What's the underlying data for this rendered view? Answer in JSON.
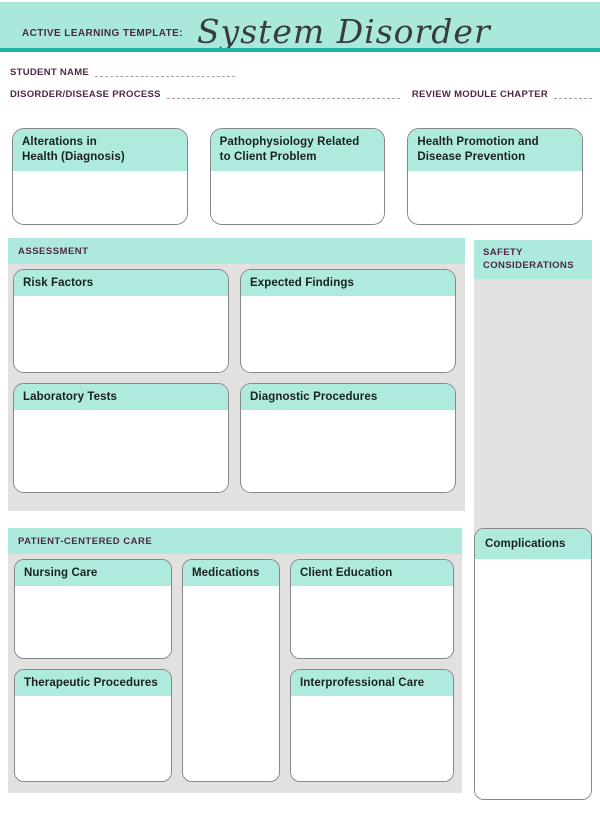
{
  "header": {
    "eyebrow": "ACTIVE LEARNING TEMPLATE:",
    "title": "System Disorder"
  },
  "fields": {
    "student_name_label": "STUDENT NAME",
    "disorder_label": "DISORDER/DISEASE PROCESS",
    "review_chapter_label": "REVIEW MODULE CHAPTER"
  },
  "top_boxes": [
    {
      "title": "Alterations in\nHealth (Diagnosis)"
    },
    {
      "title": "Pathophysiology Related\nto Client Problem"
    },
    {
      "title": "Health Promotion and\nDisease Prevention"
    }
  ],
  "assessment": {
    "label": "ASSESSMENT",
    "boxes": [
      {
        "title": "Risk Factors"
      },
      {
        "title": "Expected Findings"
      },
      {
        "title": "Laboratory Tests"
      },
      {
        "title": "Diagnostic Procedures"
      }
    ]
  },
  "safety": {
    "label": "SAFETY\nCONSIDERATIONS"
  },
  "patient_care": {
    "label": "PATIENT-CENTERED CARE",
    "boxes": [
      {
        "title": "Nursing Care"
      },
      {
        "title": "Medications"
      },
      {
        "title": "Client Education"
      },
      {
        "title": "Therapeutic Procedures"
      },
      {
        "title": "Interprofessional Care"
      }
    ]
  },
  "complications": {
    "title": "Complications"
  },
  "colors": {
    "banner_teal": "#a9e8db",
    "header_teal": "#aeeade",
    "rule_teal": "#1db2a5",
    "label_purple": "#4e2846",
    "panel_gray": "#e2e1e0",
    "card_border": "#85898b",
    "title_ink": "#383c3e"
  }
}
